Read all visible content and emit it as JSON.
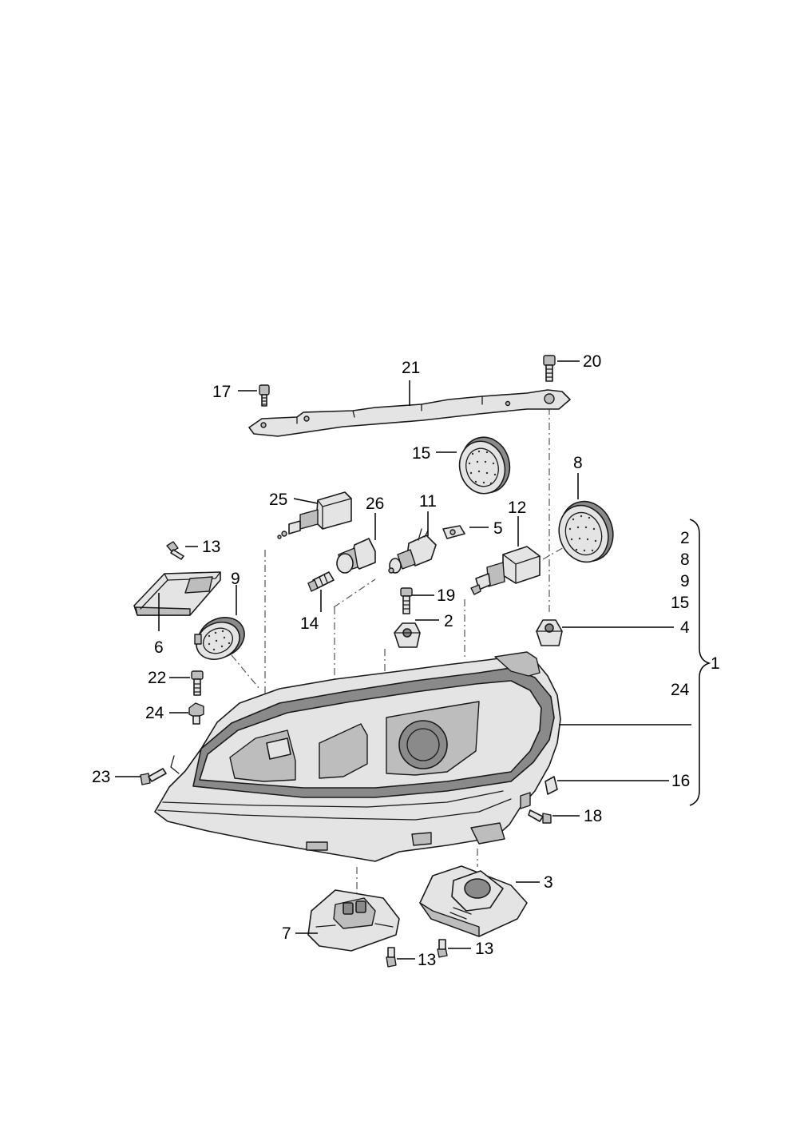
{
  "callouts": {
    "c1": "1",
    "c2a": "2",
    "c2b": "2",
    "c3": "3",
    "c4": "4",
    "c5": "5",
    "c6": "6",
    "c7": "7",
    "c8a": "8",
    "c8b": "8",
    "c9a": "9",
    "c9b": "9",
    "c11": "11",
    "c12": "12",
    "c13a": "13",
    "c13b": "13",
    "c13c": "13",
    "c14": "14",
    "c15a": "15",
    "c15b": "15",
    "c16": "16",
    "c17": "17",
    "c18": "18",
    "c19": "19",
    "c20": "20",
    "c21": "21",
    "c22": "22",
    "c23": "23",
    "c24a": "24",
    "c24b": "24",
    "c25": "25",
    "c26": "26"
  }
}
